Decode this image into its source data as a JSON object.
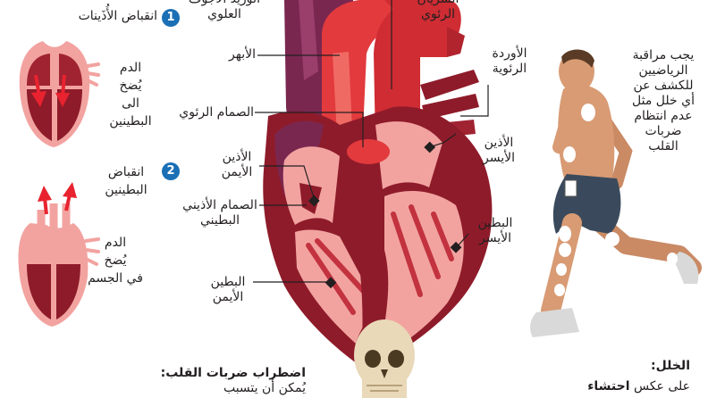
{
  "colors": {
    "heart_dark": "#8e1b2a",
    "heart_mid": "#c2323f",
    "heart_light": "#f2a3a0",
    "vessel": "#e23a3d",
    "vena": "#7a2750",
    "badge": "#1a6fb5",
    "shorts": "#3a4a5c",
    "skin": "#d89b74"
  },
  "steps": [
    {
      "number": "1",
      "label": "انقباض الأُذَينات",
      "flow": [
        "الدم",
        "يُضخ",
        "الى",
        "البطينين"
      ]
    },
    {
      "number": "2",
      "label_lines": [
        "انقباض",
        "البطينين"
      ],
      "flow": [
        "الدم",
        "يُضخ",
        "في الجسم"
      ]
    }
  ],
  "labels": {
    "superior_vena_cava": [
      "الوريد الأجوف",
      "العلوي"
    ],
    "aorta": "الأبهر",
    "pulmonary_artery": [
      "الشريان",
      "الرئوي"
    ],
    "pulmonary_veins": [
      "الأوردة",
      "الرئوية"
    ],
    "pulmonary_valve": "الصمام الرئوي",
    "right_atrium": [
      "الأذين",
      "الأيمن"
    ],
    "av_valve": [
      "الصمام الأذيني",
      "البطيني"
    ],
    "right_ventricle": [
      "البطين",
      "الأيمن"
    ],
    "left_atrium": [
      "الأذين",
      "الأيسر"
    ],
    "left_ventricle": [
      "البطين",
      "الأيسر"
    ]
  },
  "runner_note": [
    "يجب مراقبة",
    "الرياضيين",
    "للكشف عن",
    "أي خلل مثل",
    "عدم انتظام",
    "ضربات",
    "القلب"
  ],
  "arrhythmia": {
    "heading": "اضطراب ضربات القلب:",
    "line": "يُمكن أن يتسبب"
  },
  "defect": {
    "heading": "الخلل:",
    "line_pre": "على عكس",
    "line_bold": "احتشاء"
  },
  "icons": [
    "down-arrow-icon",
    "up-arrow-icon",
    "skull-icon",
    "sensor-pad-icon"
  ]
}
